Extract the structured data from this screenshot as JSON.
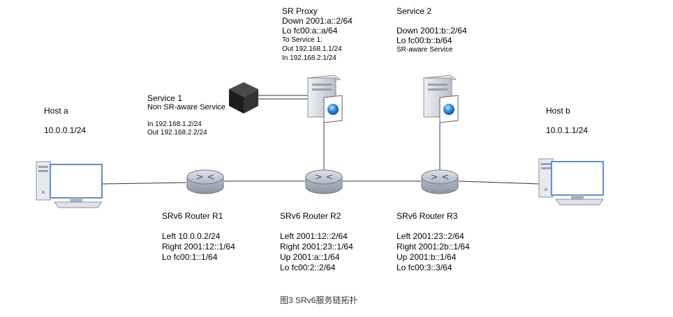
{
  "host_a": {
    "name": "Host a",
    "ip": "10.0.0.1/24"
  },
  "host_b": {
    "name": "Host b",
    "ip": "10.0.1.1/24"
  },
  "service1": {
    "name": "Service 1",
    "desc": "Non SR-aware Service",
    "in": "In 192.168.1.2/24",
    "out": "Out 192.168.2.2/24"
  },
  "sr_proxy": {
    "name": "SR Proxy",
    "down": "Down 2001:a::2/64",
    "lo": "Lo fc00:a::a/64",
    "to_service": "To Service 1:",
    "out": "Out 192.168.1.1/24",
    "in": "In 192.168.2.1/24"
  },
  "service2": {
    "name": "Service 2",
    "down": "Down 2001:b::2/64",
    "lo": "Lo fc00:b::b/64",
    "desc": "SR-aware Service"
  },
  "r1": {
    "name": "SRv6 Router R1",
    "left": "Left 10.0.0.2/24",
    "right": "Right 2001:12::1/64",
    "lo": "Lo fc00:1::1/64"
  },
  "r2": {
    "name": "SRv6 Router R2",
    "left": "Left 2001:12::2/64",
    "right": "Right 2001:23::1/64",
    "up": "Up 2001:a::1/64",
    "lo": "Lo fc00:2::2/64"
  },
  "r3": {
    "name": "SRv6 Router R3",
    "left": "Left 2001:23::2/64",
    "right": "Right 2001:2b::1/64",
    "up": "Up 2001:b::1/64",
    "lo": "Lo fc00:3::3/64"
  },
  "caption": "图3 SRv6服务链拓扑",
  "colors": {
    "router_fill": "#c6ccd6",
    "router_stroke": "#6e7684",
    "monitor_border": "#5b8fd9",
    "server_fill": "#d7d9dd",
    "globe": "#2b7bd6",
    "link": "#333333"
  }
}
